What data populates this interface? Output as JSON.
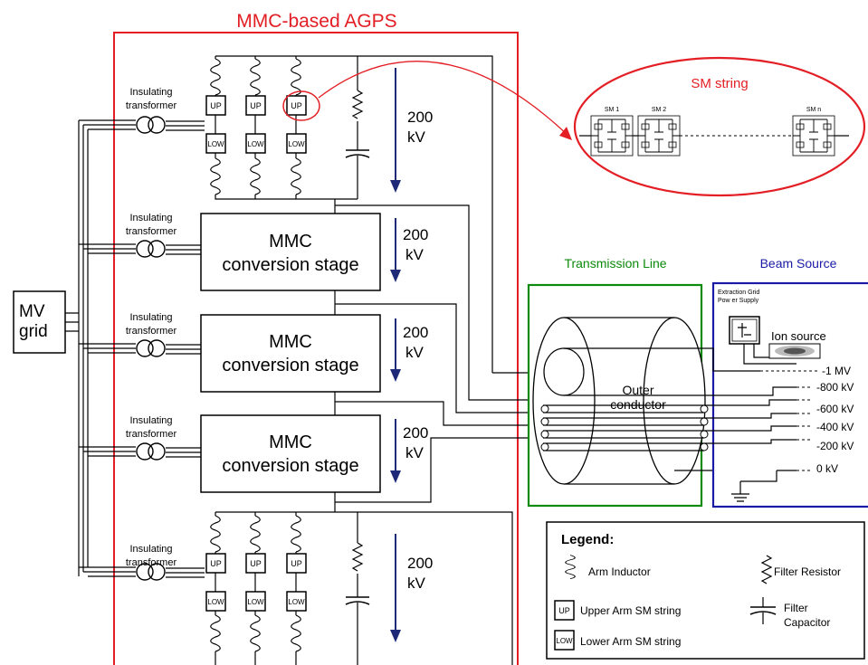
{
  "title": "MMC-based AGPS",
  "mv_grid": "MV grid",
  "insulating_transformer": "Insulating transformer",
  "mmc_conversion_stage": "MMC conversion stage",
  "arm_up": "UP",
  "arm_low": "LOW",
  "stage_voltage": "200 kV",
  "sm_string": {
    "title": "SM string",
    "sm1": "SM 1",
    "sm2": "SM 2",
    "smn": "SM n"
  },
  "transmission_line": {
    "title": "Transmission Line",
    "outer_conductor": "Outer conductor"
  },
  "beam_source": {
    "title": "Beam Source",
    "extraction_grid_power_supply": "Extraction Grid Power Supply",
    "ion_source": "Ion source",
    "levels": [
      "-1 MV",
      "-800 kV",
      "-600 kV",
      "-400 kV",
      "-200 kV",
      "0 kV"
    ]
  },
  "legend": {
    "title": "Legend:",
    "arm_inductor": "Arm Inductor",
    "filter_resistor": "Filter Resistor",
    "upper_arm": "Upper Arm SM string",
    "lower_arm": "Lower Arm SM string",
    "filter_capacitor": "Filter Capacitor"
  },
  "colors": {
    "agps_border": "#e31e24",
    "transmission_border": "#0b8a0b",
    "beam_border": "#1a1aa6",
    "arrow": "#1e2a78",
    "pointer": "#e31e24"
  }
}
